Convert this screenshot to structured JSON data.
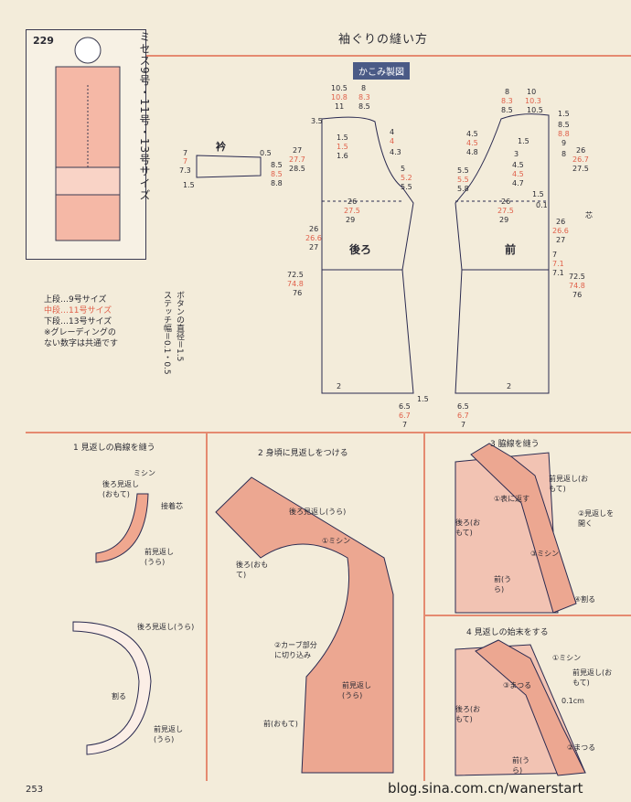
{
  "header": {
    "page_title": "袖ぐりの縫い方",
    "badge": "かこみ製図"
  },
  "illustration": {
    "number": "229",
    "sizes_title": "ミセス9号・11号・13号サイズ"
  },
  "legend": {
    "lines": [
      "上段…9号サイズ",
      "中段…11号サイズ",
      "下段…13号サイズ",
      "※グレーディングの",
      "ない数字は共通です"
    ]
  },
  "buttons_note": {
    "line1": "ボタンの直径＝1.5",
    "line2": "ステッチ幅＝0.1・0.5"
  },
  "collar": {
    "label": "衿",
    "n1": "7",
    "n2": "7",
    "n3": "7.3",
    "n4": "1.5",
    "n5": "0.5",
    "n6": "8.5",
    "n7": "8.5",
    "n8": "8.8"
  },
  "back": {
    "label": "後ろ",
    "top1": "10.5",
    "top1b": "10.8",
    "top1c": "11",
    "top2": "8",
    "top2b": "8.3",
    "top2c": "8.5",
    "w1": "3.5",
    "s1": "1.5",
    "s1b": "1.5",
    "s1c": "1.6",
    "h1": "27",
    "h1b": "27.7",
    "h1c": "28.5",
    "a1": "4",
    "a1b": "4",
    "a1c": "4.3",
    "b1": "5",
    "b1b": "5.2",
    "b1c": "5.5",
    "c1": "26",
    "c1b": "27.5",
    "c1c": "29",
    "d1": "26",
    "d1b": "26.6",
    "d1c": "27",
    "L1": "72.5",
    "L1b": "74.8",
    "L1c": "76",
    "hem1": "2",
    "hem2": "6.5",
    "hem2b": "6.7",
    "hem2c": "7",
    "hem3": "1.5"
  },
  "front": {
    "label": "前",
    "top1": "8",
    "top1b": "8.3",
    "top1c": "8.5",
    "top2": "10",
    "top2b": "10.3",
    "top2c": "10.5",
    "r1": "1.5",
    "r2": "8.5",
    "r2b": "8.8",
    "r2c": "9",
    "r3": "8",
    "a1": "4.5",
    "a1b": "4.5",
    "a1c": "4.8",
    "b1": "5.5",
    "b1b": "5.5",
    "b1c": "5.8",
    "m1": "1.5",
    "m2": "4.5",
    "m2b": "4.5",
    "m2c": "4.7",
    "m3": "3",
    "m4": "1.5",
    "m5": "0.1",
    "H1": "26",
    "H1b": "26.7",
    "H1c": "27.5",
    "c1": "26",
    "c1b": "27.5",
    "c1c": "29",
    "d1": "26",
    "d1b": "26.6",
    "d1c": "27",
    "e1": "7",
    "e1b": "7.1",
    "e1c": "7.1",
    "L1": "72.5",
    "L1b": "74.8",
    "L1c": "76",
    "hem1": "2",
    "hem2": "6.5",
    "hem2b": "6.7",
    "hem2c": "7",
    "tab": "芯"
  },
  "steps": {
    "s1": {
      "title": "1 見返しの肩線を縫う",
      "sewing": "ミシン",
      "back_facing": "後ろ見返し(おもて)",
      "interfacing": "接着芯",
      "front_facing": "前見返し(うら)",
      "back_facing2": "後ろ見返し(うら)",
      "split": "割る",
      "front_facing2": "前見返し(うら)"
    },
    "s2": {
      "title": "2 身頃に見返しをつける",
      "back_facing": "後ろ見返し(うら)",
      "sewing": "①ミシン",
      "back": "後ろ(おもて)",
      "curve": "②カーブ部分に切り込み",
      "front_facing": "前見返し(うら)",
      "front": "前(おもて)"
    },
    "s3": {
      "title": "3 脇線を縫う",
      "front_facing": "前見返し(おもて)",
      "turn": "①表に返す",
      "back": "後ろ(おもて)",
      "open": "②見返しを開く",
      "sewing": "③ミシン",
      "front": "前(うら)",
      "split": "④割る"
    },
    "s4": {
      "title": "4 見返しの始末をする",
      "sewing": "①ミシン",
      "tuck": "③まつる",
      "front_facing": "前見返し(おもて)",
      "seam": "0.1cm",
      "back": "後ろ(おもて)",
      "tuck2": "②まつる",
      "front": "前(うら)"
    }
  },
  "footer": {
    "page": "253",
    "watermark": "blog.sina.com.cn/wanerstart"
  }
}
